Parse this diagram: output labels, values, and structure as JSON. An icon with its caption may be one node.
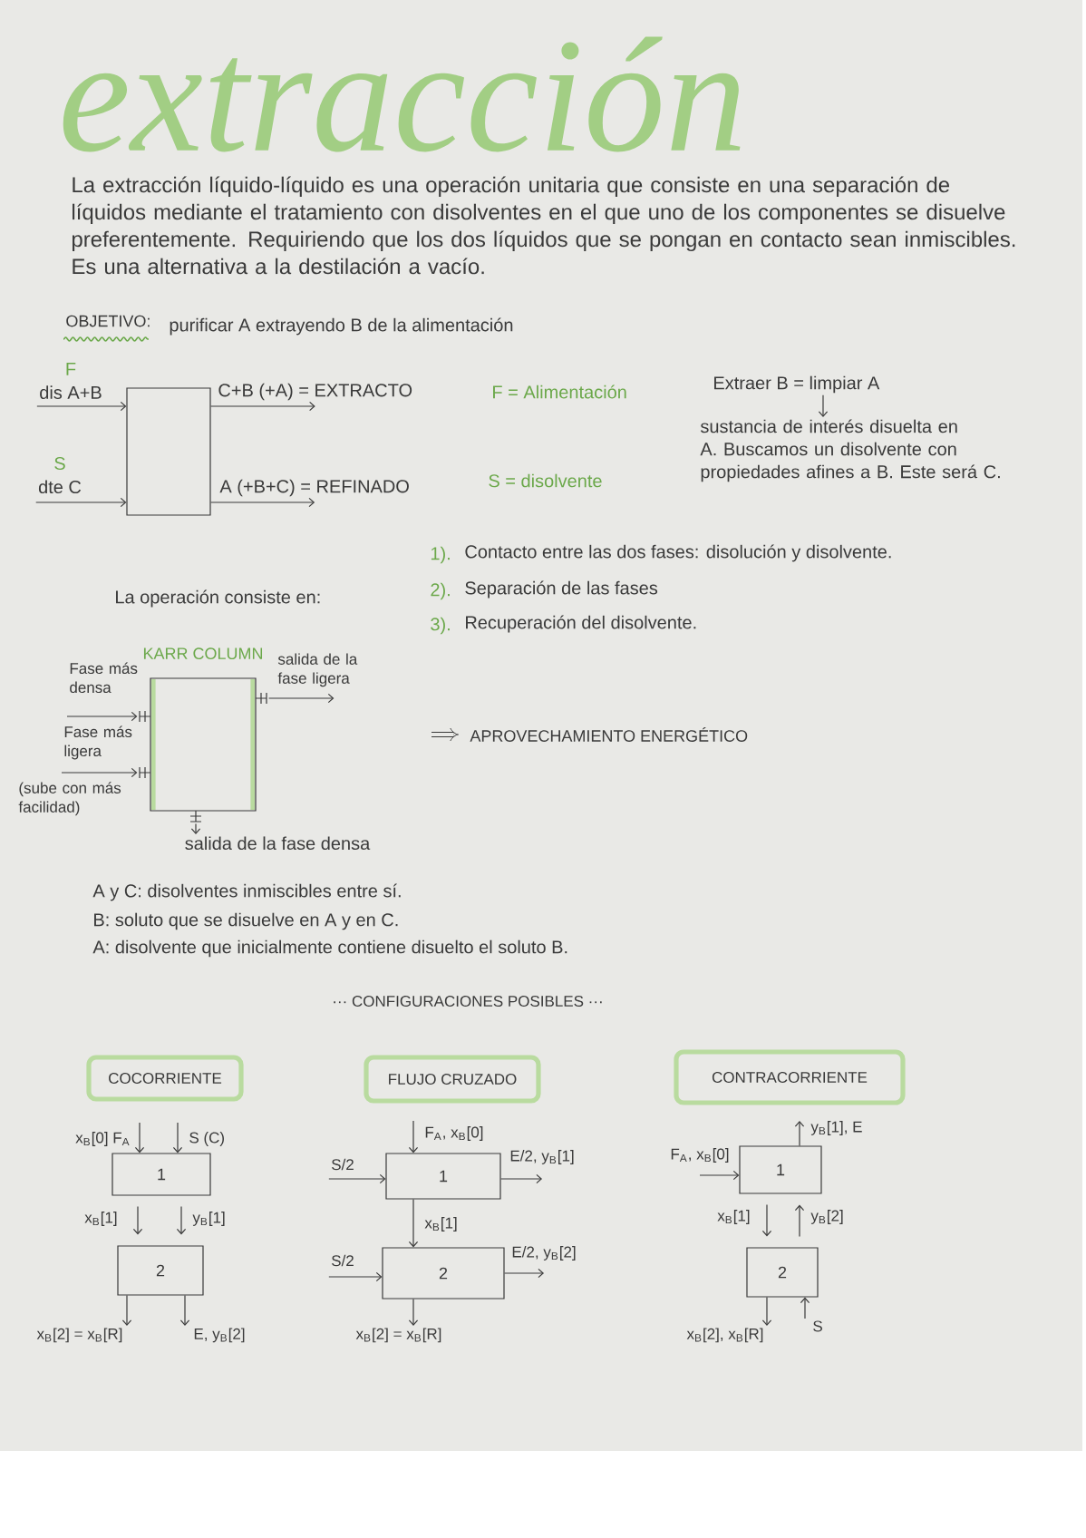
{
  "diagram": {
    "title": "extracción",
    "nodes": [
      {
        "text": [
          "F",
          "dis A+B"
        ]
      },
      {
        "text": [],
        "shape": "box"
      },
      {
        "text": [
          "C+B (+A) = EXTRACTO"
        ]
      },
      {
        "text": [
          "Extraer B = limpiar A"
        ]
      },
      {
        "text": [
          "sustancia de interés disuelta en A. Buscamos un disolvente con propiedades afines a B. Este será C."
        ]
      },
      {
        "text": [
          "S",
          "dte C"
        ]
      },
      {
        "text": [
          "A (+B+C) = REFINADO"
        ]
      },
      {
        "text": [
          "KARR COLUMN"
        ]
      },
      {
        "text": [
          "Fase más densa"
        ]
      },
      {
        "text": [
          "salida de la fase ligera"
        ]
      },
      {
        "text": [
          "Fase más ligera",
          "(sube con más facilidad)"
        ]
      },
      {
        "text": [
          "salida de la fase densa"
        ]
      },
      {
        "text": [
          "COCORRIENTE"
        ]
      },
      {
        "text": [
          "FLUJO CRUZADO"
        ]
      },
      {
        "text": [
          "CONTRACORRIENTE"
        ]
      },
      {
        "text": [
          "x$_{B}$[0] F$_{A}$"
        ]
      },
      {
        "text": [
          "S (C)"
        ]
      },
      {
        "text": [
          "1"
        ]
      },
      {
        "text": [
          "2"
        ]
      },
      {
        "text": [
          "x$_{B}$[2] = x$_{B}$[R]"
        ]
      },
      {
        "text": [
          "E, y$_{B}$[2]"
        ]
      },
      {
        "text": [
          "F$_{A}$, x$_{B}$[0]"
        ]
      },
      {
        "text": [
          "S/2"
        ]
      },
      {
        "text": [
          "1"
        ]
      },
      {
        "text": [
          "E/2, y$_{B}$[1]"
        ]
      },
      {
        "text": [
          "S/2"
        ]
      },
      {
        "text": [
          "2"
        ]
      },
      {
        "text": [
          "E/2, y$_{B}$[2]"
        ]
      },
      {
        "text": [
          "x$_{B}$[2] = x$_{B}$[R]"
        ]
      },
      {
        "text": [
          "y$_{B}$[1], E"
        ]
      },
      {
        "text": [
          "F$_{A}$, x$_{B}$[0]"
        ]
      },
      {
        "text": [
          "1"
        ]
      },
      {
        "text": [
          "2"
        ]
      },
      {
        "text": [
          "x$_{B}$[2], x$_{B}$[R]"
        ]
      },
      {
        "text": [
          "S"
        ]
      }
    ],
    "edges": [
      {
        "from": 0,
        "to": 1,
        "arrow": "to"
      },
      {
        "from": 5,
        "to": 1,
        "arrow": "to"
      },
      {
        "from": 1,
        "to": 2,
        "arrow": "to"
      },
      {
        "from": 1,
        "to": 6,
        "arrow": "to"
      },
      {
        "from": 3,
        "to": 4,
        "arrow": "to"
      },
      {
        "from": 8,
        "to": 7,
        "arrow": "to"
      },
      {
        "from": 10,
        "to": 7,
        "arrow": "to"
      },
      {
        "from": 7,
        "to": 9,
        "arrow": "to"
      },
      {
        "from": 7,
        "to": 11,
        "arrow": "to"
      },
      {
        "from": 15,
        "to": 17,
        "arrow": "to"
      },
      {
        "from": 16,
        "to": 17,
        "arrow": "to"
      },
      {
        "from": 17,
        "to": 18,
        "arrow": "to",
        "label": "x$_{B}$[1]"
      },
      {
        "from": 17,
        "to": 18,
        "arrow": "to",
        "label": "y$_{B}$[1]"
      },
      {
        "from": 18,
        "to": 19,
        "arrow": "to"
      },
      {
        "from": 18,
        "to": 20,
        "arrow": "to"
      },
      {
        "from": 21,
        "to": 23,
        "arrow": "to"
      },
      {
        "from": 22,
        "to": 23,
        "arrow": "to"
      },
      {
        "from": 23,
        "to": 24,
        "arrow": "to"
      },
      {
        "from": 23,
        "to": 26,
        "arrow": "to",
        "label": "x$_{B}$[1]"
      },
      {
        "from": 25,
        "to": 26,
        "arrow": "to"
      },
      {
        "from": 26,
        "to": 27,
        "arrow": "to"
      },
      {
        "from": 26,
        "to": 28,
        "arrow": "to"
      },
      {
        "from": 31,
        "to": 29,
        "arrow": "to"
      },
      {
        "from": 30,
        "to": 31,
        "arrow": "to"
      },
      {
        "from": 31,
        "to": 32,
        "arrow": "to",
        "label": "x$_{B}$[1]"
      },
      {
        "from": 32,
        "to": 31,
        "arrow": "to",
        "label": "y$_{B}$[2]"
      },
      {
        "from": 32,
        "to": 33,
        "arrow": "to"
      },
      {
        "from": 34,
        "to": 32,
        "arrow": "to"
      }
    ],
    "labels": [
      "La extracción líquido-líquido es una operación unitaria que consiste en una separación de líquidos mediante el tratamiento con disolventes en el que uno de los componentes se disuelve preferentemente. Requiriendo que los dos líquidos que se pongan en contacto sean inmiscibles. Es una alternativa a la destilación a vacío.",
      "OBJETIVO:",
      "purificar A extrayendo B de la alimentación",
      "F = Alimentación",
      "S = disolvente",
      "La operación consiste en:",
      "1).",
      "Contacto entre las dos fases: disolución y disolvente.",
      "2).",
      "Separación de las fases",
      "3).",
      "Recuperación del disolvente.",
      "APROVECHAMIENTO ENERGÉTICO",
      "A y C: disolventes inmiscibles entre sí.",
      "B: soluto que se disuelve en A y en C.",
      "A: disolvente que inicialmente contiene disuelto el soluto B.",
      "··· CONFIGURACIONES POSIBLES ···"
    ]
  }
}
